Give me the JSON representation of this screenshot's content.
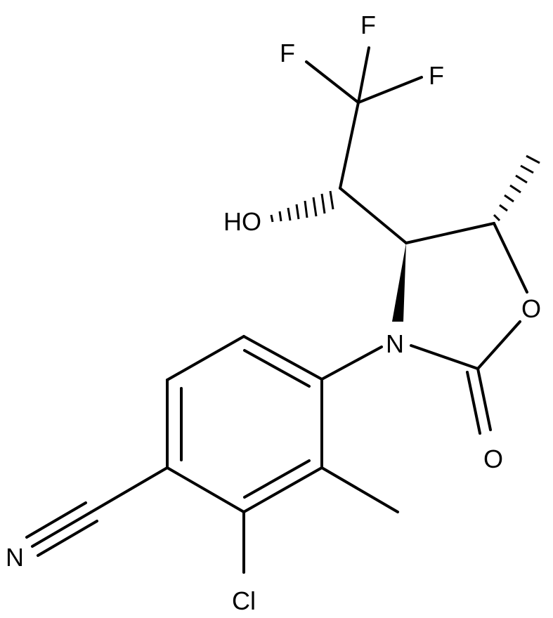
{
  "atoms": {
    "f_top": "F",
    "f_left": "F",
    "f_right": "F",
    "hydroxyl": "HO",
    "ring_oxygen": "O",
    "ring_nitrogen": "N",
    "carbonyl_oxygen": "O",
    "nitrile_nitrogen": "N",
    "chlorine": "Cl"
  }
}
